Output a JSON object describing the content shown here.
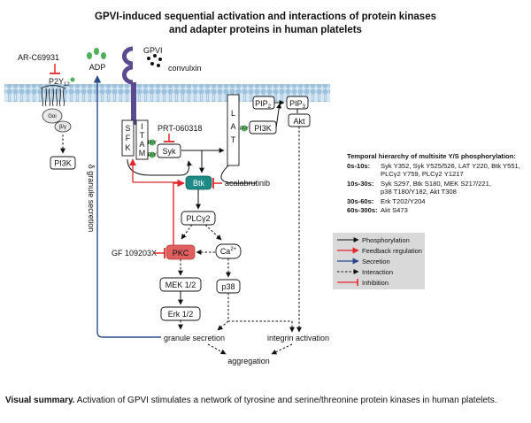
{
  "title": {
    "line1": "GPVI-induced sequential activation and interactions of protein kinases",
    "line2": "and adapter proteins in human platelets"
  },
  "labels": {
    "ar": "AR-C69931",
    "adp": "ADP",
    "gpvi": "GPVI",
    "convulxin": "convulxin",
    "p2y": "P2Y",
    "p2y_sub": "12",
    "gai": "Gαi",
    "bg": "β/γ",
    "pi3k_left": "PI3K",
    "dense": "δ granule secretion",
    "sfk": [
      "S",
      "F",
      "K"
    ],
    "itam": [
      "I",
      "T",
      "A",
      "M"
    ],
    "prt": "PRT-060318",
    "syk": "Syk",
    "lat": [
      "L",
      "A",
      "T"
    ],
    "pip2": "PIP",
    "pip2_sub": "2",
    "pip3": "PIP",
    "pip3_sub": "3",
    "pi3k_right": "PI3K",
    "akt": "Akt",
    "btk": "Btk",
    "acala": "acalabrutinib",
    "plc": "PLCγ2",
    "gf": "GF 109203X",
    "pkc": "PKC",
    "ca": "Ca",
    "ca_sup": "2+",
    "mek": "MEK 1/2",
    "p38": "p38",
    "erk": "Erk 1/2",
    "granule": "granule secretion",
    "integrin": "integrin activation",
    "aggregation": "aggregation",
    "p": "P",
    "p_y": "P-Y"
  },
  "hierarchy": {
    "title": "Temporal hierarchy of multisite Y/S phosphorylation:",
    "rows": [
      {
        "time": "0s-10s:",
        "lines": [
          "Syk Y352, Syk Y525/526, LAT Y220, Btk Y551,",
          "PLCγ2 Y759, PLCγ2 Y1217"
        ]
      },
      {
        "time": "10s-30s:",
        "lines": [
          "Syk S297, Btk S180, MEK S217/221,",
          "p38 T180/Y182, Akt T308"
        ]
      },
      {
        "time": "30s-60s:",
        "lines": [
          "Erk T202/Y204"
        ]
      },
      {
        "time": "60s-300s:",
        "lines": [
          "Akt S473"
        ]
      }
    ]
  },
  "legend": [
    {
      "label": "Phosphorylation",
      "color": "#111111",
      "style": "solid"
    },
    {
      "label": "Feedback regulation",
      "color": "#e3262b",
      "style": "solid"
    },
    {
      "label": "Secretion",
      "color": "#2a4a8c",
      "style": "solid"
    },
    {
      "label": "Interaction",
      "color": "#111111",
      "style": "dashed"
    },
    {
      "label": "Inhibition",
      "color": "#e3262b",
      "style": "inhibit"
    }
  ],
  "caption": {
    "bold": "Visual summary.",
    "text": " Activation of GPVI stimulates a network of tyrosine and serine/threonine protein kinases in human platelets."
  },
  "colors": {
    "membrane": "#aacbe3",
    "gpvi": "#5b4a8f",
    "green": "#4fb05a",
    "btk": "#1e8a85",
    "pkc": "#e06060",
    "red": "#e3262b",
    "blue": "#2a4a8c"
  }
}
